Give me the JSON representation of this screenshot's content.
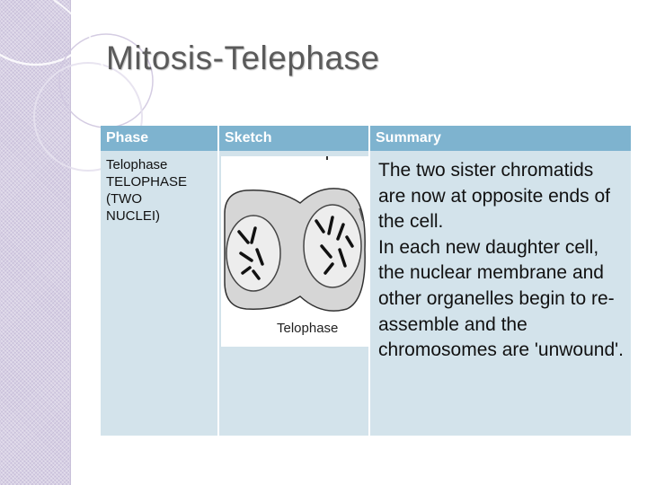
{
  "slide": {
    "title": "Mitosis-Telephase"
  },
  "table": {
    "headers": {
      "phase": "Phase",
      "sketch": "Sketch",
      "summary": "Summary"
    },
    "rows": [
      {
        "phase_lines": [
          "Telophase",
          "TELOPHASE",
          "(TWO",
          "NUCLEI)"
        ],
        "sketch": {
          "caption": "Telophase",
          "image": "telophase-cell-division-sketch"
        },
        "summary_lines": [
          "The two sister chromatids are now at opposite ends of the cell.",
          "In each new daughter cell, the nuclear membrane and other organelles begin to re-assemble and the chromosomes are 'unwound'."
        ]
      }
    ]
  },
  "colors": {
    "header_bg": "#7eb3cf",
    "cell_bg": "#d3e3eb",
    "left_band": "#d7d0e4",
    "title_text": "#5a5a5a"
  }
}
